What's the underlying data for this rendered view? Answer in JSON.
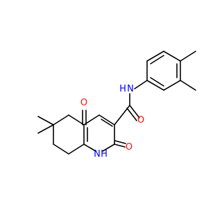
{
  "colors": {
    "background": "#ffffff",
    "bond": "#000000",
    "oxygen": "#ff0d0d",
    "nitrogen": "#0000ff"
  },
  "atoms": {
    "o_ketone": "O",
    "o_lactam": "O",
    "o_amide": "O",
    "n_amide": "N",
    "h_amide": "H",
    "n_ring": "N",
    "h_ring": "H"
  }
}
